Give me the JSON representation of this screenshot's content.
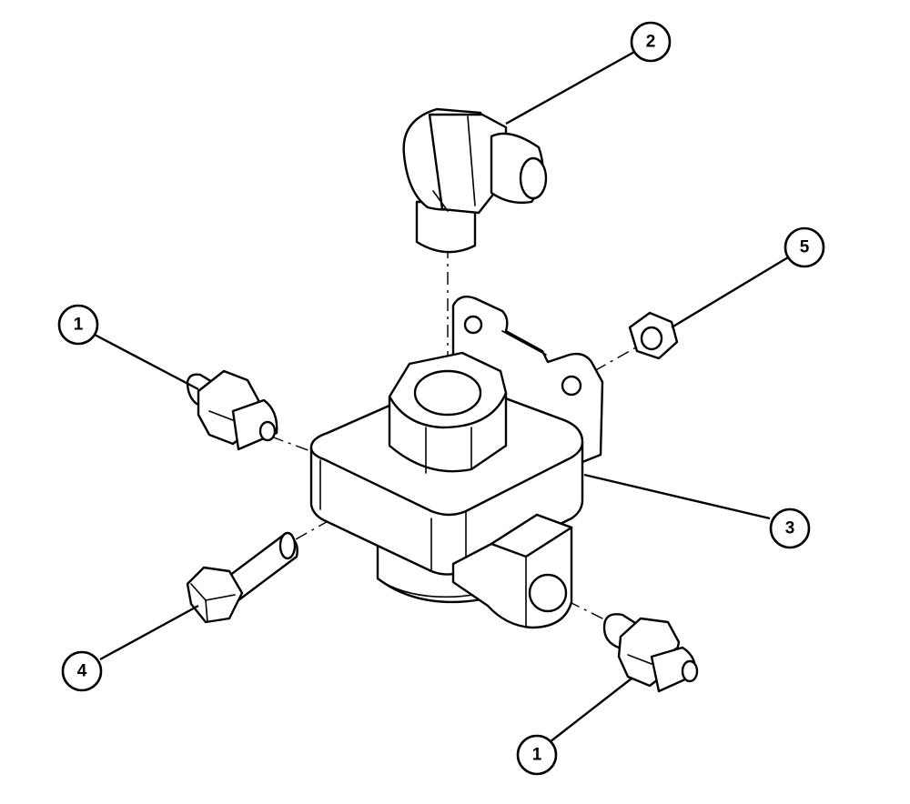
{
  "callouts": [
    {
      "id": "callout-1-left",
      "label": "1"
    },
    {
      "id": "callout-2",
      "label": "2"
    },
    {
      "id": "callout-5",
      "label": "5"
    },
    {
      "id": "callout-3",
      "label": "3"
    },
    {
      "id": "callout-4",
      "label": "4"
    },
    {
      "id": "callout-1-bottom",
      "label": "1"
    }
  ]
}
